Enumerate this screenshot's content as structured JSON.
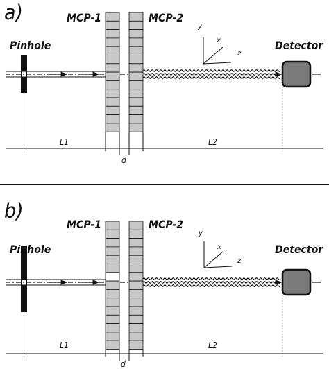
{
  "panels": [
    {
      "label": "a)",
      "texts": {
        "pinhole": "Pinhole",
        "mcp1": "MCP-1",
        "mcp2": "MCP-2",
        "detector": "Detector",
        "axis_y": "y",
        "axis_x": "x",
        "axis_z": "z",
        "L1": "L1",
        "L2": "L2",
        "d": "d"
      },
      "mcp1_missing_cells": []
    },
    {
      "label": "b)",
      "texts": {
        "pinhole": "Pinhole",
        "mcp1": "MCP-1",
        "mcp2": "MCP-2",
        "detector": "Detector",
        "axis_y": "y",
        "axis_x": "x",
        "axis_z": "z",
        "L1": "L1",
        "L2": "L2",
        "d": "d"
      },
      "mcp1_missing_cells": [
        6
      ]
    }
  ],
  "colors": {
    "line": "#111111",
    "cell_fill": "#c8c8c8",
    "detector_fill": "#7a7a7a",
    "pinhole_fill": "#111111",
    "guide_line": "#b0b0b0"
  }
}
